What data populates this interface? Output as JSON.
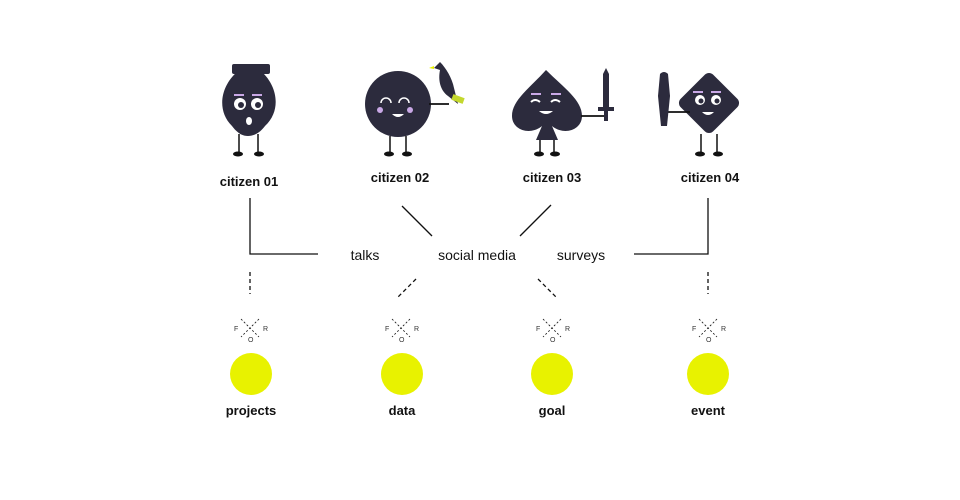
{
  "colors": {
    "figure": "#2c2b3d",
    "eye": "#ffffff",
    "cheek": "#c9a8e6",
    "target": "#e8f200",
    "line": "#111111",
    "accent": "#c4d82e"
  },
  "citizens": [
    {
      "label": "citizen 01",
      "shape": "vase"
    },
    {
      "label": "citizen 02",
      "shape": "circle-with-bird"
    },
    {
      "label": "citizen 03",
      "shape": "spade-with-sword"
    },
    {
      "label": "citizen 04",
      "shape": "diamond-with-club"
    }
  ],
  "channels": [
    {
      "label": "talks"
    },
    {
      "label": "social media"
    },
    {
      "label": "surveys"
    }
  ],
  "hub": {
    "letters": [
      "F",
      "O",
      "R"
    ]
  },
  "targets": [
    {
      "label": "projects"
    },
    {
      "label": "data"
    },
    {
      "label": "goal"
    },
    {
      "label": "event"
    }
  ]
}
